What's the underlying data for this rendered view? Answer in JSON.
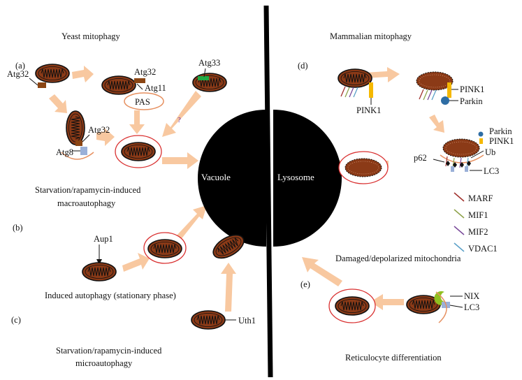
{
  "headings": {
    "yeast": "Yeast mitophagy",
    "mammalian": "Mammalian mitophagy"
  },
  "panels": {
    "a": "(a)",
    "b": "(b)",
    "c": "(c)",
    "d": "(d)",
    "e": "(e)"
  },
  "labels": {
    "atg32": "Atg32",
    "atg11": "Atg11",
    "pas": "PAS",
    "atg33": "Atg33",
    "question": "?",
    "atg8": "Atg8",
    "aup1": "Aup1",
    "uth1": "Uth1",
    "pink1": "PINK1",
    "parkin": "Parkin",
    "ub": "Ub",
    "lc3": "LC3",
    "p62": "p62",
    "nix": "NIX"
  },
  "center": {
    "vacuole": "Vacuole",
    "lysosome": "Lysosome"
  },
  "captions": {
    "macroautophagy_line1": "Starvation/rapamycin-induced",
    "macroautophagy_line2": "macroautophagy",
    "stationary": "Induced autophagy (stationary phase)",
    "microautophagy_line1": "Starvation/rapamycin-induced",
    "microautophagy_line2": "microautophagy",
    "damaged": "Damaged/depolarized mitochondria",
    "reticulocyte": "Reticulocyte differentiation"
  },
  "legend": [
    {
      "label": "MARF",
      "color": "#a0302c"
    },
    {
      "label": "MIF1",
      "color": "#8ea24a"
    },
    {
      "label": "MIF2",
      "color": "#7a4a9a"
    },
    {
      "label": "VDAC1",
      "color": "#5aa0c8"
    }
  ],
  "colors": {
    "mito": "#8b3a17",
    "arrow": "#f8c8a0",
    "membrane": "#e69060",
    "vesicle": "#d93030",
    "atg_receptor": "#8b4513",
    "atg33": "#22aa44",
    "atg8": "#9ab0d8",
    "pink1": "#f5b800",
    "parkin": "#2e6da4",
    "nix": "#90c020"
  }
}
